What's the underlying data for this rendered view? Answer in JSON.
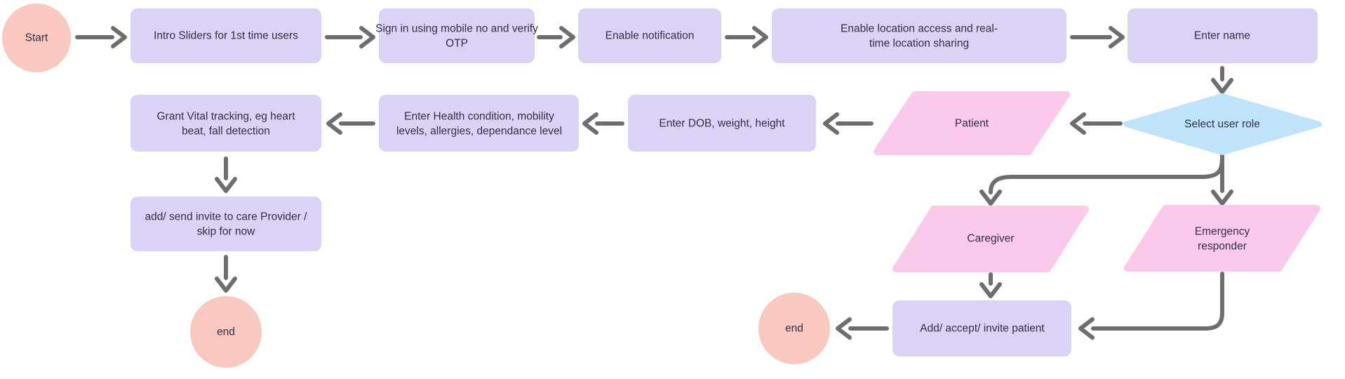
{
  "flowchart": {
    "nodes": {
      "start": {
        "label": "Start"
      },
      "intro_sliders": {
        "label": "Intro Sliders for 1st time users"
      },
      "sign_in": {
        "line1": "Sign in using mobile no and verify",
        "line2": "OTP"
      },
      "enable_notification": {
        "label": "Enable notification"
      },
      "enable_location": {
        "line1": "Enable location access and real-",
        "line2": "time location sharing"
      },
      "enter_name": {
        "label": "Enter name"
      },
      "select_user_role": {
        "label": "Select user role"
      },
      "patient": {
        "label": "Patient"
      },
      "enter_dob": {
        "label": "Enter DOB, weight, height"
      },
      "enter_health": {
        "line1": "Enter Health condition, mobility",
        "line2": "levels, allergies, dependance level"
      },
      "grant_vitals": {
        "line1": "Grant Vital tracking, eg heart",
        "line2": "beat, fall detection"
      },
      "invite_provider": {
        "line1": "add/ send invite to care Provider /",
        "line2": "skip for now"
      },
      "end_left": {
        "label": "end"
      },
      "caregiver": {
        "label": "Caregiver"
      },
      "emergency_responder": {
        "line1": "Emergency",
        "line2": "responder"
      },
      "add_accept_invite": {
        "label": "Add/ accept/ invite patient"
      },
      "end_right": {
        "label": "end"
      }
    },
    "colors": {
      "process_fill": "#dcd2f6",
      "io_fill": "#fbc9ec",
      "terminator_fill": "#f9c8bf",
      "decision_fill": "#bfe3f8",
      "connector": "#6e6e6e",
      "text": "#332e45",
      "background": "#ffffff"
    }
  }
}
